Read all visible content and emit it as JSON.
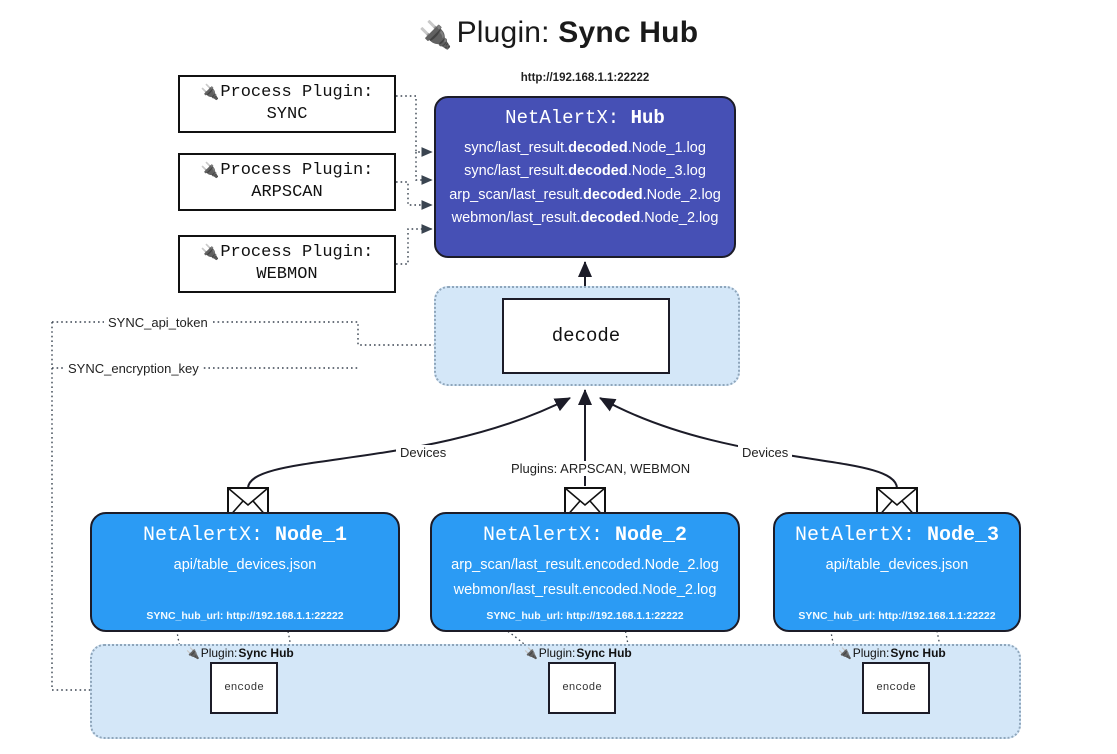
{
  "title": {
    "icon": "plug-icon",
    "glyph": "🔌",
    "prefix": "Plugin: ",
    "name": "Sync Hub"
  },
  "colors": {
    "hub_fill": "#4650b5",
    "node_fill": "#2b9bf4",
    "container_fill": "#d4e7f8",
    "container_border": "#8fa6bb",
    "stroke": "#1c1c28"
  },
  "process_plugins": [
    {
      "heading": "Process Plugin:",
      "name": "SYNC",
      "glyph": "🔌"
    },
    {
      "heading": "Process Plugin:",
      "name": "ARPSCAN",
      "glyph": "🔌"
    },
    {
      "heading": "Process Plugin:",
      "name": "WEBMON",
      "glyph": "🔌"
    }
  ],
  "hub": {
    "url": "http://192.168.1.1:22222",
    "title_prefix": "NetAlertX: ",
    "title_name": "Hub",
    "logs": [
      {
        "pre": "sync/last_result.",
        "mid": "decoded",
        "post": ".Node_1.log"
      },
      {
        "pre": "sync/last_result.",
        "mid": "decoded",
        "post": ".Node_3.log"
      },
      {
        "pre": "arp_scan/last_result.",
        "mid": "decoded",
        "post": ".Node_2.log"
      },
      {
        "pre": "webmon/last_result.",
        "mid": "decoded",
        "post": ".Node_2.log"
      }
    ]
  },
  "decode": {
    "label": "decode"
  },
  "edge_labels": {
    "api_token": "SYNC_api_token",
    "encryption_key": "SYNC_encryption_key",
    "devices_left": "Devices",
    "devices_right": "Devices",
    "plugins_mid": "Plugins: ARPSCAN, WEBMON"
  },
  "nodes": [
    {
      "title_prefix": "NetAlertX: ",
      "title_name": "Node_1",
      "lines": [
        "api/table_devices.json"
      ],
      "hub_url_label": "SYNC_hub_url: http://192.168.1.1:22222",
      "icon": "envelope-icon"
    },
    {
      "title_prefix": "NetAlertX: ",
      "title_name": "Node_2",
      "lines": [
        "arp_scan/last_result.encoded.Node_2.log",
        "webmon/last_result.encoded.Node_2.log"
      ],
      "hub_url_label": "SYNC_hub_url: http://192.168.1.1:22222",
      "icon": "envelope-icon"
    },
    {
      "title_prefix": "NetAlertX: ",
      "title_name": "Node_3",
      "lines": [
        "api/table_devices.json"
      ],
      "hub_url_label": "SYNC_hub_url: http://192.168.1.1:22222",
      "icon": "envelope-icon"
    }
  ],
  "encoders": [
    {
      "plugin_prefix": "Plugin: ",
      "plugin_name": "Sync Hub",
      "glyph": "🔌",
      "label": "encode"
    },
    {
      "plugin_prefix": "Plugin: ",
      "plugin_name": "Sync Hub",
      "glyph": "🔌",
      "label": "encode"
    },
    {
      "plugin_prefix": "Plugin: ",
      "plugin_name": "Sync Hub",
      "glyph": "🔌",
      "label": "encode"
    }
  ]
}
